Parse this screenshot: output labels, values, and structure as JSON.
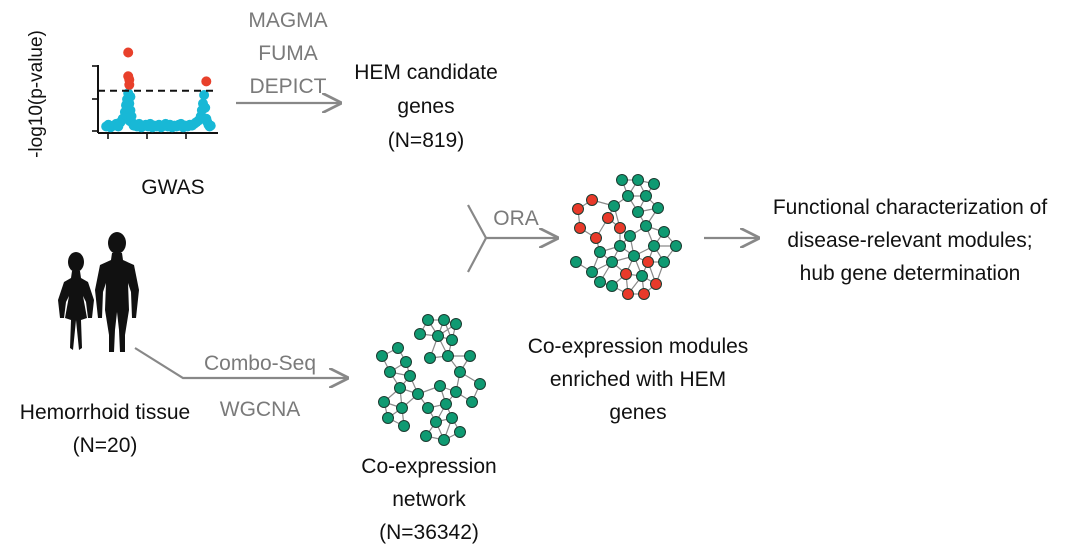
{
  "colors": {
    "sig_point": "#e8402b",
    "nonsig_point": "#18b8d6",
    "network_node": "#0f9a72",
    "network_node_stroke": "#1b3b30",
    "hem_node": "#e83a2a",
    "edge": "#8a8a8a",
    "arrow": "#888888",
    "silhouette": "#111111",
    "method_text": "#7a7a7a"
  },
  "gwas": {
    "ylabel": "-log10(p-value)",
    "caption": "GWAS",
    "chart_data": {
      "type": "scatter",
      "title": "",
      "xlabel": "",
      "ylabel": "-log10(p-value)",
      "xlim": [
        0,
        100
      ],
      "ylim": [
        0,
        10
      ],
      "threshold": 4.5,
      "grid": false,
      "series": [
        {
          "x": [
            2,
            4,
            6,
            9,
            11,
            13,
            15,
            17,
            19,
            20,
            21,
            21,
            22,
            22,
            23,
            23,
            24,
            24,
            24,
            25,
            26,
            27,
            28,
            30,
            32,
            34,
            36,
            38,
            40,
            42,
            44,
            46,
            48,
            50,
            52,
            54,
            56,
            58,
            60,
            62,
            64,
            66,
            68,
            70,
            72,
            74,
            76,
            78,
            80,
            82,
            84,
            86,
            88,
            89,
            90,
            91,
            92,
            93,
            94,
            95,
            96,
            97
          ],
          "y": [
            0.3,
            0.5,
            0.2,
            0.4,
            0.6,
            0.3,
            0.8,
            1.2,
            2.0,
            2.8,
            3.5,
            1.5,
            4.2,
            2.5,
            3.0,
            1.0,
            2.2,
            3.8,
            0.9,
            1.5,
            0.7,
            0.4,
            0.5,
            0.3,
            0.6,
            0.2,
            0.4,
            0.5,
            0.3,
            0.6,
            0.2,
            0.4,
            0.3,
            0.5,
            0.2,
            0.4,
            0.6,
            0.3,
            0.5,
            0.2,
            0.4,
            0.3,
            0.5,
            0.6,
            0.2,
            0.4,
            0.3,
            0.5,
            0.4,
            0.6,
            0.8,
            1.0,
            1.5,
            2.2,
            3.0,
            4.0,
            2.5,
            1.2,
            0.8,
            0.5,
            0.3,
            0.4
          ]
        },
        {
          "x": [
            22,
            22,
            23,
            23,
            93
          ],
          "y": [
            9.0,
            6.2,
            5.8,
            5.2,
            5.6
          ]
        }
      ]
    }
  },
  "methods_top": [
    "MAGMA",
    "FUMA",
    "DEPICT"
  ],
  "hem_candidates": {
    "lines": [
      "HEM candidate",
      "genes",
      "(N=819)"
    ]
  },
  "ora": "ORA",
  "functional": {
    "lines": [
      "Functional characterization of",
      "disease-relevant modules;",
      "hub gene determination"
    ]
  },
  "coexp_modules": {
    "lines": [
      "Co-expression modules",
      "enriched with HEM",
      "genes"
    ]
  },
  "tissue": {
    "lines": [
      "Hemorrhoid tissue",
      "(N=20)"
    ]
  },
  "methods_bottom": [
    "Combo-Seq",
    "WGCNA"
  ],
  "coexp_network": {
    "lines": [
      "Co-expression",
      "network",
      "(N=36342)"
    ]
  }
}
